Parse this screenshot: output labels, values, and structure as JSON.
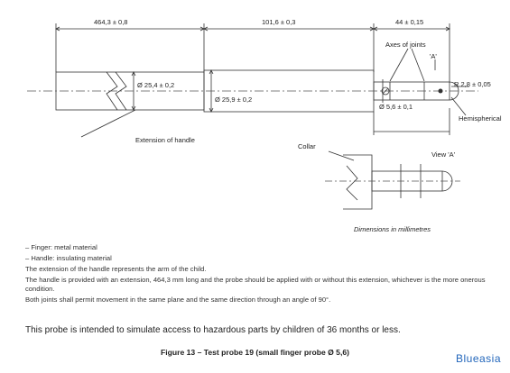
{
  "drawing": {
    "dimensions": {
      "handle_length": "464,3 ± 0,8",
      "body_length": "101,6 ± 0,3",
      "finger_length": "44 ± 0,15",
      "handle_diameter": "Ø 25,4 ± 0,2",
      "body_diameter": "Ø 25,9 ± 0,2",
      "finger_diameter": "Ø 5,6 ± 0,1",
      "tip_radius": "R 2,8 ± 0,05"
    },
    "labels": {
      "axes_of_joints": "Axes of joints",
      "view_marker": "'A'",
      "hemispherical": "Hemispherical",
      "extension_of_handle": "Extension of handle",
      "collar": "Collar",
      "view_a": "View 'A'",
      "units_note": "Dimensions in millimetres"
    }
  },
  "notes": [
    "– Finger: metal material",
    "– Handle: insulating material",
    "The extension of the handle represents the arm of the child.",
    "The handle is provided with an extension, 464,3 mm long and the probe should be applied with or without this extension, whichever is the more onerous condition.",
    "Both joints shall permit movement in the same plane and the same direction through an angle of 90°."
  ],
  "statement": "This probe is intended to simulate access to hazardous parts by children of 36 months or less.",
  "caption": "Figure 13 – Test probe 19 (small finger probe Ø 5,6)",
  "brand": "Blueasia"
}
